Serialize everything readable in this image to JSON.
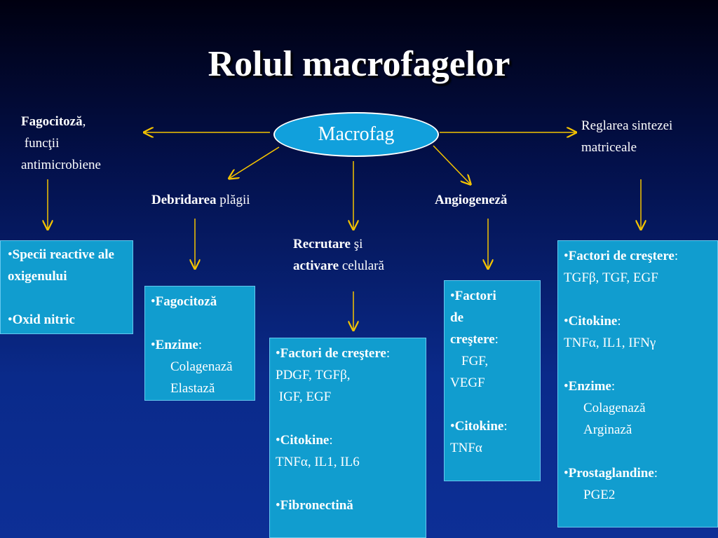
{
  "title": "Rolul macrofagelor",
  "center": "Macrofag",
  "labels": {
    "fagocitoza": {
      "bold": "Fagocitoză",
      "rest": ",",
      "line2": " funcţii",
      "line3": "antimicrobiene"
    },
    "reglarea": {
      "line1": "Reglarea sintezei",
      "line2": "matriceale"
    },
    "debridarea": {
      "bold": "Debridarea",
      "rest": " plăgii"
    },
    "angiogeneza": {
      "bold": "Angiogeneză"
    },
    "recrutare": {
      "bold1": "Recrutare",
      "rest1": " şi",
      "bold2": "activare",
      "rest2": " celulară"
    }
  },
  "boxes": {
    "box1": {
      "item1": "Specii reactive ale oxigenului",
      "item2": "Oxid nitric"
    },
    "box2": {
      "item1": "Fagocitoză",
      "item2_bold": "Enzime",
      "item2_rest": ":",
      "sub1": "Colagenază",
      "sub2": "Elastază"
    },
    "box3": {
      "i1_bold": "Factori de creştere",
      "i1_rest": ":",
      "i1_l1": "PDGF, TGFβ,",
      "i1_l2": " IGF, EGF",
      "i2_bold": "Citokine",
      "i2_rest": ":",
      "i2_l1": "TNFα, IL1, IL6",
      "i3_bold": "Fibronectină"
    },
    "box4": {
      "i1_b1": "Factori",
      "i1_b2": "de",
      "i1_b3": "creştere",
      "i1_rest": ":",
      "i1_l1": "FGF,",
      "i1_l2": "VEGF",
      "i2_bold": "Citokine",
      "i2_rest": ":",
      "i2_l1": "TNFα"
    },
    "box5": {
      "i1_bold": "Factori de creştere",
      "i1_rest": ":",
      "i1_l1": "TGFβ, TGF, EGF",
      "i2_bold": "Citokine",
      "i2_rest": ":",
      "i2_l1": "TNFα, IL1, IFNγ",
      "i3_bold": "Enzime",
      "i3_rest": ":",
      "i3_s1": "Colagenază",
      "i3_s2": "Arginază",
      "i4_bold": "Prostaglandine",
      "i4_rest": ":",
      "i4_s1": "PGE2"
    }
  },
  "colors": {
    "arrow": "#f5c400",
    "box": "#119dcf",
    "ellipse": "#11a0dc"
  }
}
